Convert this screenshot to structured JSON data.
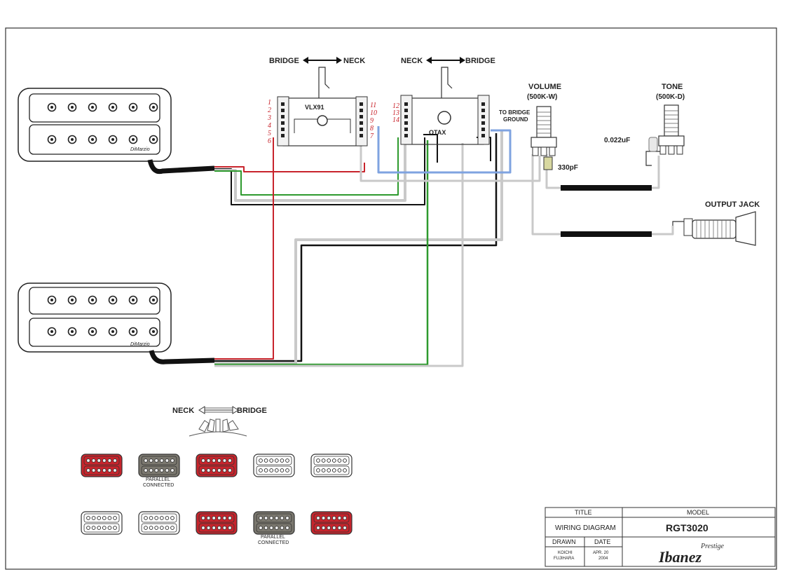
{
  "switch1": {
    "left_label": "BRIDGE",
    "right_label": "NECK",
    "name": "VLX91"
  },
  "switch2": {
    "left_label": "NECK",
    "right_label": "BRIDGE",
    "name": "OTAX"
  },
  "volume": {
    "title": "VOLUME",
    "value": "(500K-W)"
  },
  "tone": {
    "title": "TONE",
    "value": "(500K-D)"
  },
  "to_bridge_ground": [
    "TO BRIDGE",
    "GROUND"
  ],
  "cap_tone": "0.022uF",
  "cap_volume": "330pF",
  "output_jack": "OUTPUT JACK",
  "pickup_brand": "DiMarzio",
  "handwritten_left": [
    "1",
    "2",
    "3",
    "4",
    "5",
    "6"
  ],
  "handwritten_right": [
    "11",
    "10",
    "9",
    "8",
    "7"
  ],
  "handwritten_otax": [
    "12",
    "13",
    "14"
  ],
  "selector": {
    "left": "NECK",
    "right": "BRIDGE"
  },
  "parallel_label": [
    "PARALLEL",
    "CONNECTED"
  ],
  "positions_row1": [
    "red",
    "gray",
    "red",
    "white",
    "white"
  ],
  "positions_row2": [
    "white",
    "white",
    "red",
    "gray",
    "red"
  ],
  "colors": {
    "red": "#c8242c",
    "green": "#2e9a2e",
    "blue": "#7fa3e0",
    "black": "#111111",
    "gray": "#7b786f"
  },
  "title_block": {
    "title_header": "TITLE",
    "title": "WIRING DIAGRAM",
    "model_header": "MODEL",
    "model": "RGT3020",
    "drawn_header": "DRAWN",
    "drawn": [
      "KOICHI",
      "FUJIHARA"
    ],
    "date_header": "DATE",
    "date": [
      "APR. 20",
      "2004"
    ],
    "logo_small": "Prestige",
    "logo": "Ibanez"
  }
}
